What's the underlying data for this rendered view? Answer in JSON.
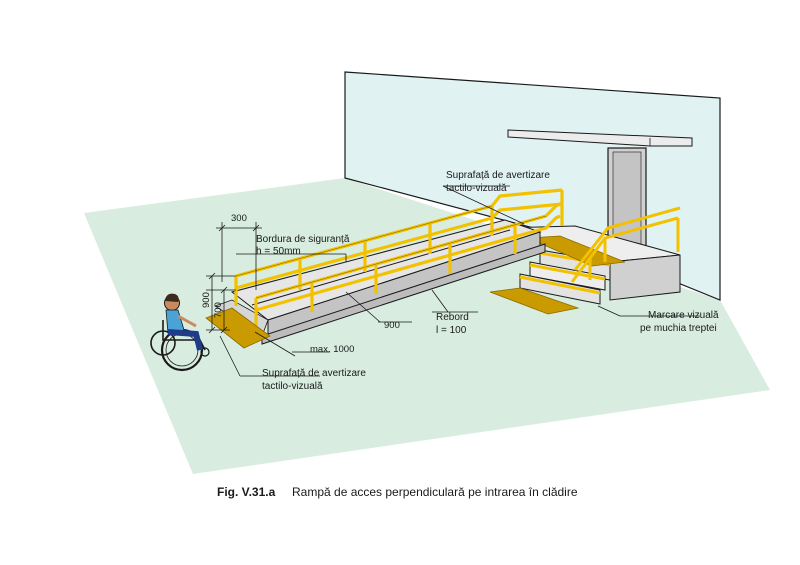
{
  "labels": {
    "top_surface_l1": "Suprafață de avertizare",
    "top_surface_l2": "tactilo-vizuală",
    "border_l1": "Bordura de siguranță",
    "border_l2": "h = 50mm",
    "bottom_surface_l1": "Suprafață de avertizare",
    "bottom_surface_l2": "tactilo-vizuală",
    "rebord_l1": "Rebord",
    "rebord_l2": "l = 100",
    "marking_l1": "Marcare vizuală",
    "marking_l2": "pe muchia treptei"
  },
  "dimensions": {
    "d300": "300",
    "d900_vertical": "900",
    "d700": "700",
    "d900_width": "900",
    "dmax1000": "max. 1000"
  },
  "caption": {
    "number": "Fig. V.31.a",
    "text": "Rampă de acces perpendiculară pe intrarea în clădire"
  },
  "colors": {
    "ground": "#d8ece0",
    "wall": "#e0f2f2",
    "handrail": "#f2c200",
    "tactile": "#c99b00",
    "concrete": "#d9d9d9",
    "concrete_dark": "#b8b8b8"
  }
}
